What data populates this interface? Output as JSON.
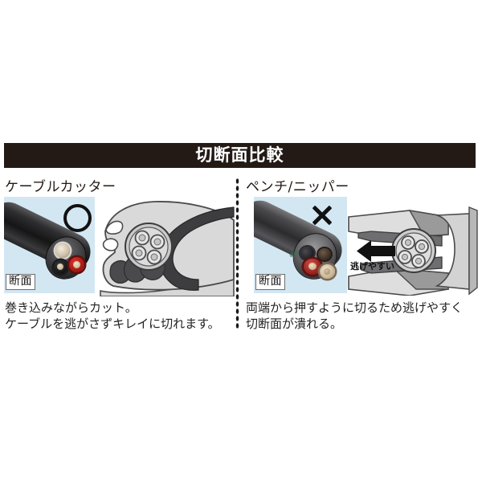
{
  "banner": {
    "title": "切断面比較"
  },
  "columns": [
    {
      "id": "cable-cutter",
      "heading": "ケーブルカッター",
      "mark": "circle",
      "mark_meaning": "○",
      "photo": {
        "caption": "断面",
        "background_color": "#d3e7f2",
        "description": "clean round cable cross-section"
      },
      "tool_drawing": "cable-cutter-jaw",
      "annotation": "",
      "description": "巻き込みながらカット。\nケーブルを逃がさずキレイに切れます。"
    },
    {
      "id": "pliers-nippers",
      "heading": "ペンチ/ニッパー",
      "mark": "cross",
      "mark_meaning": "×",
      "photo": {
        "caption": "断面",
        "background_color": "#d3e7f2",
        "description": "crushed deformed cable cross-section"
      },
      "tool_drawing": "nipper-jaw",
      "annotation": "逃げやすい",
      "description": "両端から押すように切るため逃げやすく\n切断面が潰れる。"
    }
  ],
  "colors": {
    "banner_background": "#231a16",
    "banner_text": "#ffffff",
    "photo_background": "#d3e7f2",
    "page_background": "#ffffff",
    "divider": "#1a1a1a",
    "tool_light": "#d9d9d9",
    "tool_mid": "#9a9a9a",
    "tool_dark": "#4a4a4a"
  }
}
